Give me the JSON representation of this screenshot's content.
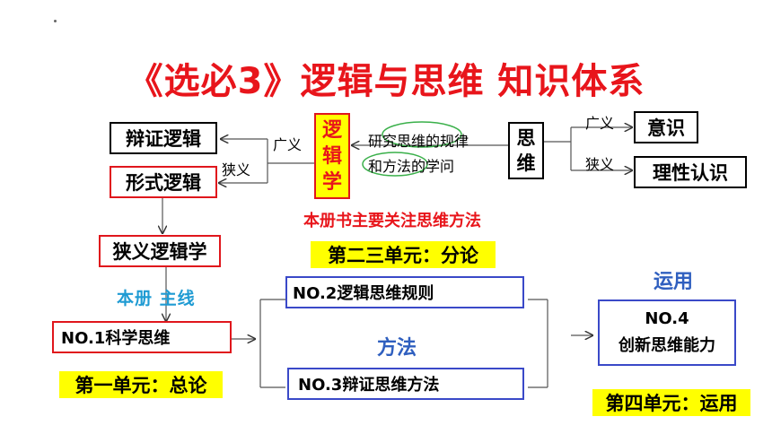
{
  "title": "《选必3》逻辑与思维 知识体系",
  "top_left": {
    "dialectical_logic": "辩证逻辑",
    "formal_logic": "形式逻辑",
    "broad_label": "广义",
    "narrow_label": "狭义"
  },
  "logic_center": {
    "chars": [
      "逻",
      "辑",
      "学"
    ],
    "definition_line1": "研究思维的规律",
    "definition_line2": "和方法的学问"
  },
  "thinking": {
    "chars": [
      "思",
      "维"
    ],
    "broad_label": "广义",
    "narrow_label": "狭义",
    "consciousness": "意识",
    "rational_cognition": "理性认识"
  },
  "note_red": "本册书主要关注思维方法",
  "narrow_logic": "狭义逻辑学",
  "main_line_label": "本册 主线",
  "units": {
    "unit1": "第一单元：总论",
    "unit23": "第二三单元：分论",
    "unit4": "第四单元：运用"
  },
  "nodes": {
    "no1": "NO.1科学思维",
    "no2": "NO.2逻辑思维规则",
    "no3": "NO.3辩证思维方法",
    "no4_line1": "NO.4",
    "no4_line2": "创新思维能力"
  },
  "labels": {
    "method": "方法",
    "apply": "运用"
  },
  "colors": {
    "title_red": "#e8151b",
    "highlight_yellow": "#ffff00",
    "accent_blue": "#3a49c8",
    "teal_blue": "#1f9bd3",
    "ellipse_green": "#3ab04a"
  }
}
